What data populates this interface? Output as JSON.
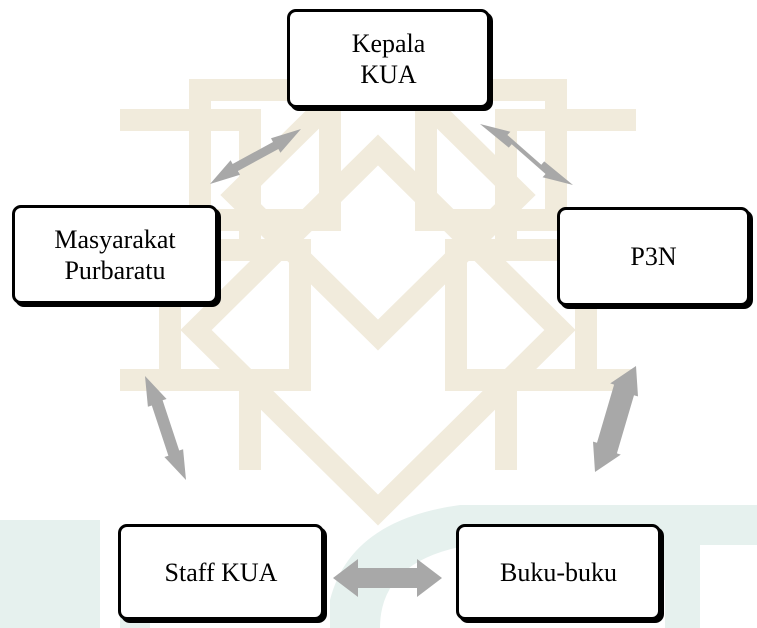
{
  "nodes": {
    "kepala_kua": "Kepala\nKUA",
    "p3n": "P3N",
    "masyarakat_purbaratu": "Masyarakat\nPurbaratu",
    "staff_kua": "Staff KUA",
    "buku_buku": "Buku-buku"
  },
  "colors": {
    "arrow": "#a8a8a8",
    "box_border": "#000000",
    "watermark_a": "#f3eee0",
    "watermark_b": "#e8f1ee"
  }
}
